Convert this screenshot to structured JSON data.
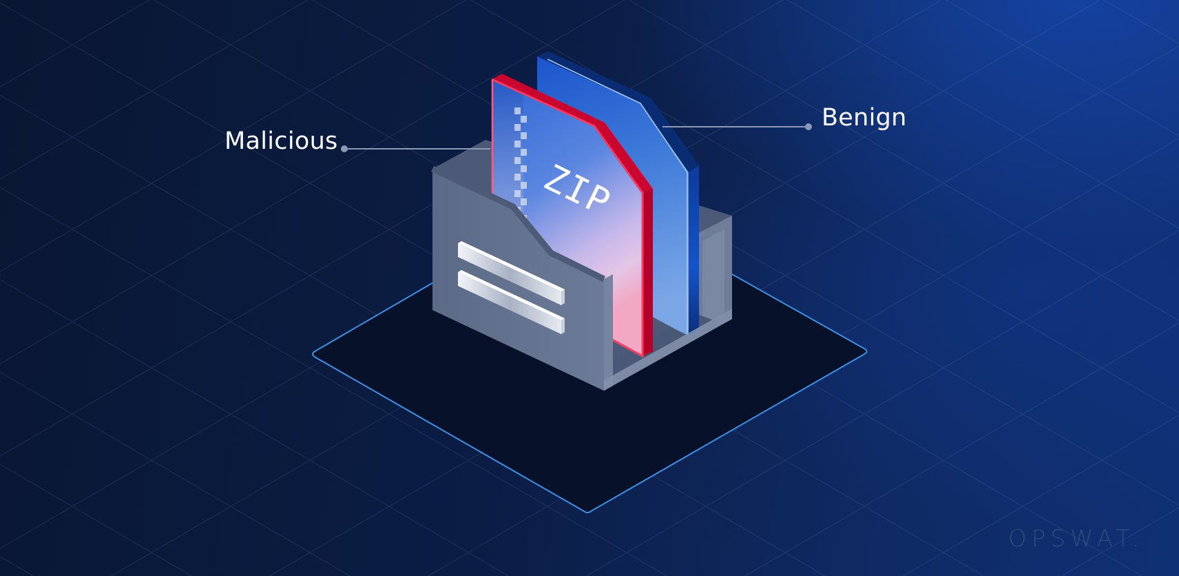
{
  "labels": {
    "malicious": "Malicious",
    "benign": "Benign"
  },
  "file": {
    "front_text": "ZIP"
  },
  "logo": {
    "text": "OPSWAT."
  },
  "colors": {
    "background": "#0a1838",
    "malicious_accent": "#e8103f",
    "benign_accent": "#1a56c9",
    "platform_outline": "#3d8fe6",
    "box": "#66758f",
    "leader_line": "#8a9ab8"
  },
  "icons": {
    "box": "file-organizer-tray-icon",
    "malicious_file": "zip-file-icon",
    "benign_file": "document-icon"
  }
}
